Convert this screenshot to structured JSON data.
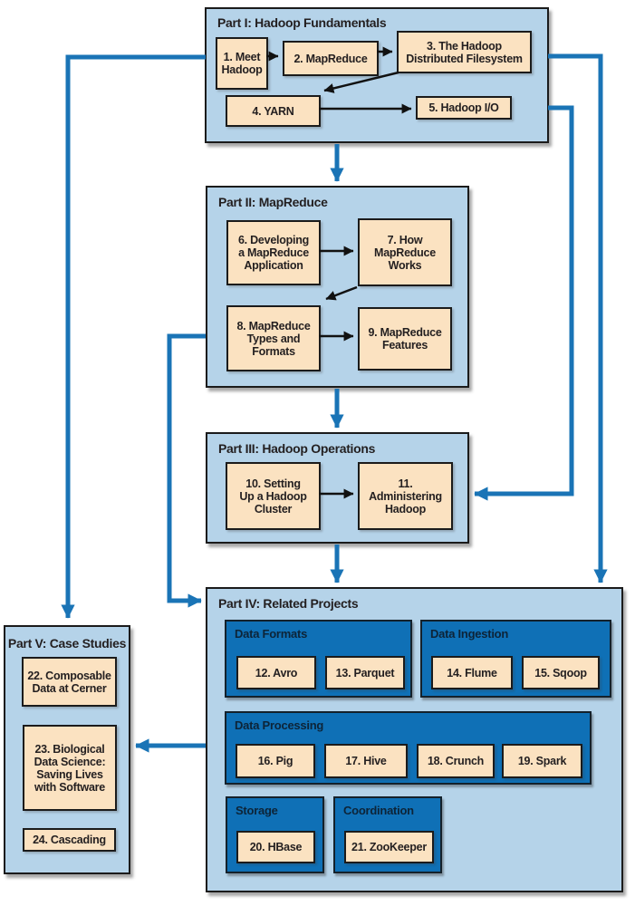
{
  "colors": {
    "part_panel_blue": "#b5d3e9",
    "group_panel_blue": "#0f70b6",
    "chapter_box_tan": "#fbe2c1",
    "connector_blue": "#1a74b6",
    "border_black": "#1b1b1b",
    "text_dark": "#231f20",
    "group_title_navy": "#0d2438"
  },
  "parts": {
    "part1": {
      "title": "Part I: Hadoop Fundamentals",
      "chapters": [
        "1. Meet\nHadoop",
        "2. MapReduce",
        "3. The Hadoop\nDistributed Filesystem",
        "4. YARN",
        "5. Hadoop I/O"
      ]
    },
    "part2": {
      "title": "Part II: MapReduce",
      "chapters": [
        "6. Developing\na MapReduce\nApplication",
        "7. How\nMapReduce\nWorks",
        "8. MapReduce\nTypes and\nFormats",
        "9. MapReduce\nFeatures"
      ]
    },
    "part3": {
      "title": "Part III: Hadoop Operations",
      "chapters": [
        "10. Setting\nUp a Hadoop\nCluster",
        "11.\nAdministering\nHadoop"
      ]
    },
    "part4": {
      "title": "Part IV: Related Projects",
      "groups": [
        {
          "label": "Data Formats",
          "chapters": [
            "12. Avro",
            "13. Parquet"
          ]
        },
        {
          "label": "Data Ingestion",
          "chapters": [
            "14. Flume",
            "15. Sqoop"
          ]
        },
        {
          "label": "Data Processing",
          "chapters": [
            "16. Pig",
            "17. Hive",
            "18. Crunch",
            "19. Spark"
          ]
        },
        {
          "label": "Storage",
          "chapters": [
            "20. HBase"
          ]
        },
        {
          "label": "Coordination",
          "chapters": [
            "21. ZooKeeper"
          ]
        }
      ]
    },
    "part5": {
      "title": "Part V: Case Studies",
      "chapters": [
        "22. Composable\nData at Cerner",
        "23. Biological\nData Science:\nSaving Lives\nwith Software",
        "24. Cascading"
      ]
    }
  }
}
